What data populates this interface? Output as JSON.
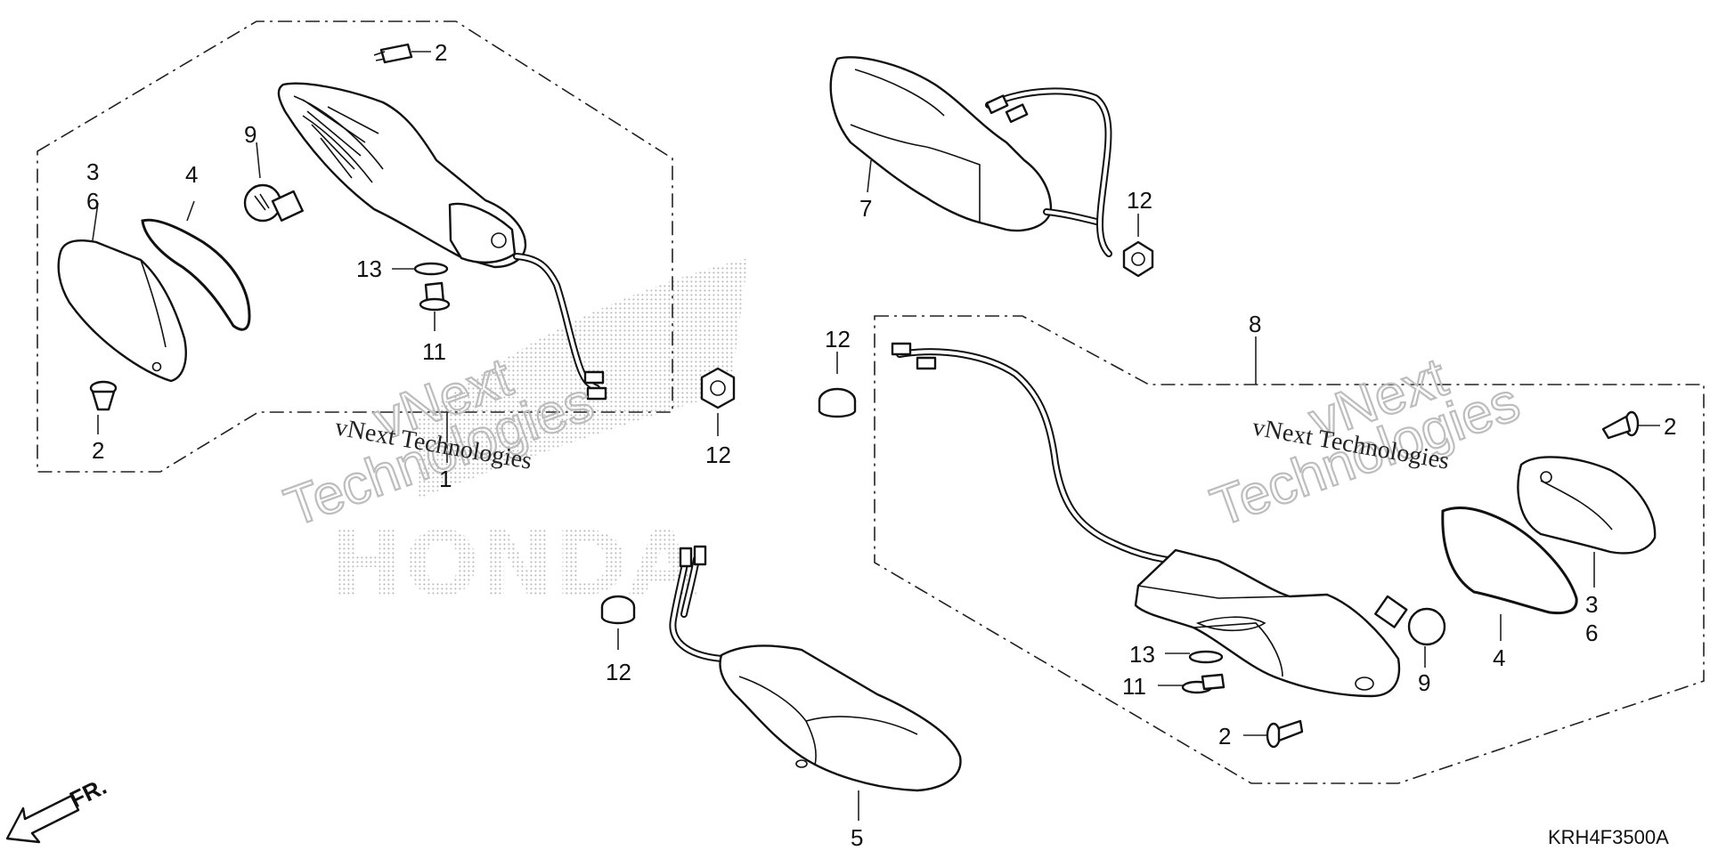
{
  "diagram": {
    "watermarks": {
      "company_left": "vNext Technologies",
      "company_right": "vNext Technologies",
      "outline_left_1": "vNext",
      "outline_left_2": "Technologies",
      "outline_right_1": "vNext",
      "outline_right_2": "Technologies",
      "brand": "HONDA"
    },
    "direction_label": "FR.",
    "diagram_code": "KRH4F3500A",
    "callouts": {
      "p1": "1",
      "p2a": "2",
      "p2b": "2",
      "p2c": "2",
      "p2d": "2",
      "p3a": "3",
      "p6a": "6",
      "p3b": "3",
      "p6b": "6",
      "p4a": "4",
      "p4b": "4",
      "p5": "5",
      "p7": "7",
      "p8": "8",
      "p9a": "9",
      "p9b": "9",
      "p11a": "11",
      "p11b": "11",
      "p12a": "12",
      "p12b": "12",
      "p12c": "12",
      "p12d": "12",
      "p13a": "13",
      "p13b": "13"
    }
  }
}
